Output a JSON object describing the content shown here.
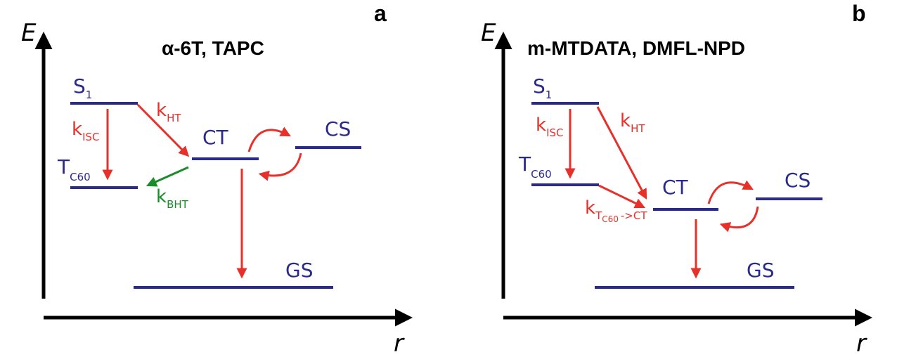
{
  "colors": {
    "level": "#2b2a8c",
    "red": "#e8302a",
    "green": "#1a8c2a",
    "axis": "#000000"
  },
  "panel_a": {
    "letter": "a",
    "title": "α-6T, TAPC",
    "axis_y": "E",
    "axis_x": "r",
    "S1": {
      "main": "S",
      "sub": "1"
    },
    "T": {
      "main": "T",
      "sub": "C60"
    },
    "CT": "CT",
    "CS": "CS",
    "GS": "GS",
    "k_isc": {
      "main": "k",
      "sub": "ISC"
    },
    "k_ht": {
      "main": "k",
      "sub": "HT"
    },
    "k_bht": {
      "main": "k",
      "sub": "BHT"
    }
  },
  "panel_b": {
    "letter": "b",
    "title": "m-MTDATA, DMFL-NPD",
    "axis_y": "E",
    "axis_x": "r",
    "S1": {
      "main": "S",
      "sub": "1"
    },
    "T": {
      "main": "T",
      "sub": "C60"
    },
    "CT": "CT",
    "CS": "CS",
    "GS": "GS",
    "k_isc": {
      "main": "k",
      "sub": "ISC"
    },
    "k_ht": {
      "main": "k",
      "sub": "HT"
    },
    "k_tct": {
      "main": "k",
      "sub": "T",
      "subsub": "C60",
      "tail": "->CT"
    }
  }
}
